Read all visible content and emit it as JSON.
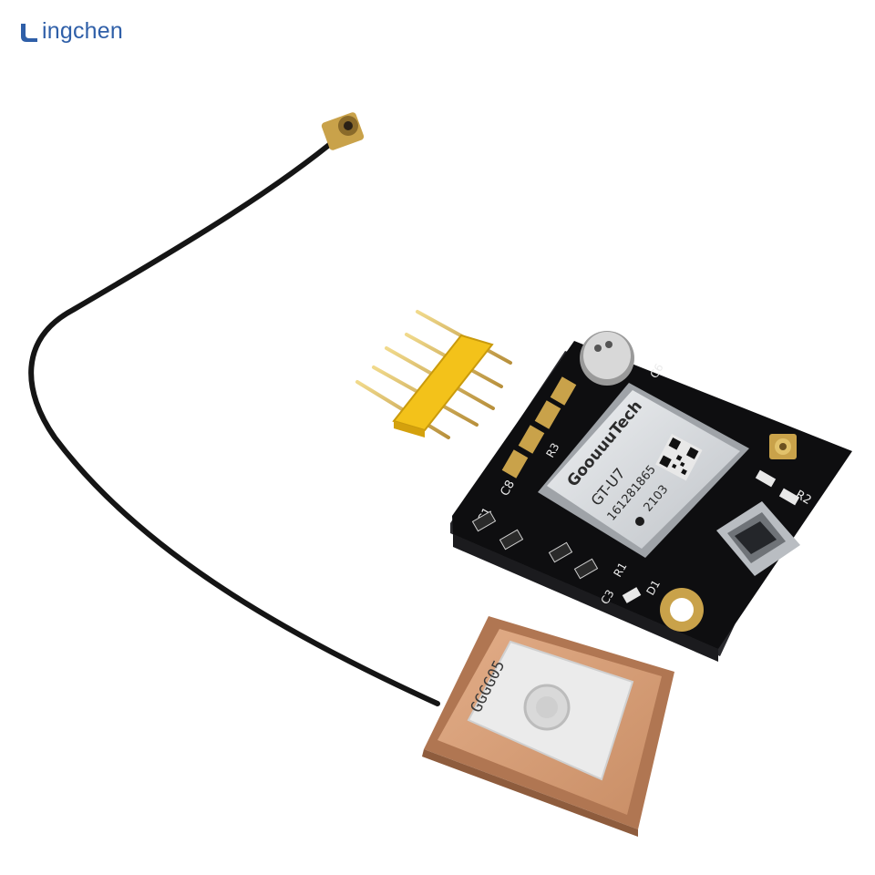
{
  "brand": {
    "name": "ingchen",
    "logo_letter": "L",
    "color": "#2f5fa8"
  },
  "module": {
    "manufacturer": "GoouuuTech",
    "model": "GT-U7",
    "serial": "161281865",
    "date_code": "2103",
    "silkscreen": {
      "c8": "C8",
      "c1": "C1",
      "r2": "R2",
      "r3": "R3",
      "r1": "R1",
      "c6": "C6",
      "c3": "C3",
      "d1": "D1"
    }
  },
  "antenna": {
    "label": "GGGG05"
  },
  "colors": {
    "pcb": "#0e0e10",
    "pcb_edge": "#2a2a2e",
    "gold": "#c9a24a",
    "shield": "#d7d9dc",
    "header_plastic": "#f3c21a",
    "antenna_ceramic": "#d49a74",
    "antenna_silver": "#e6e6e6",
    "cable": "#151515"
  }
}
